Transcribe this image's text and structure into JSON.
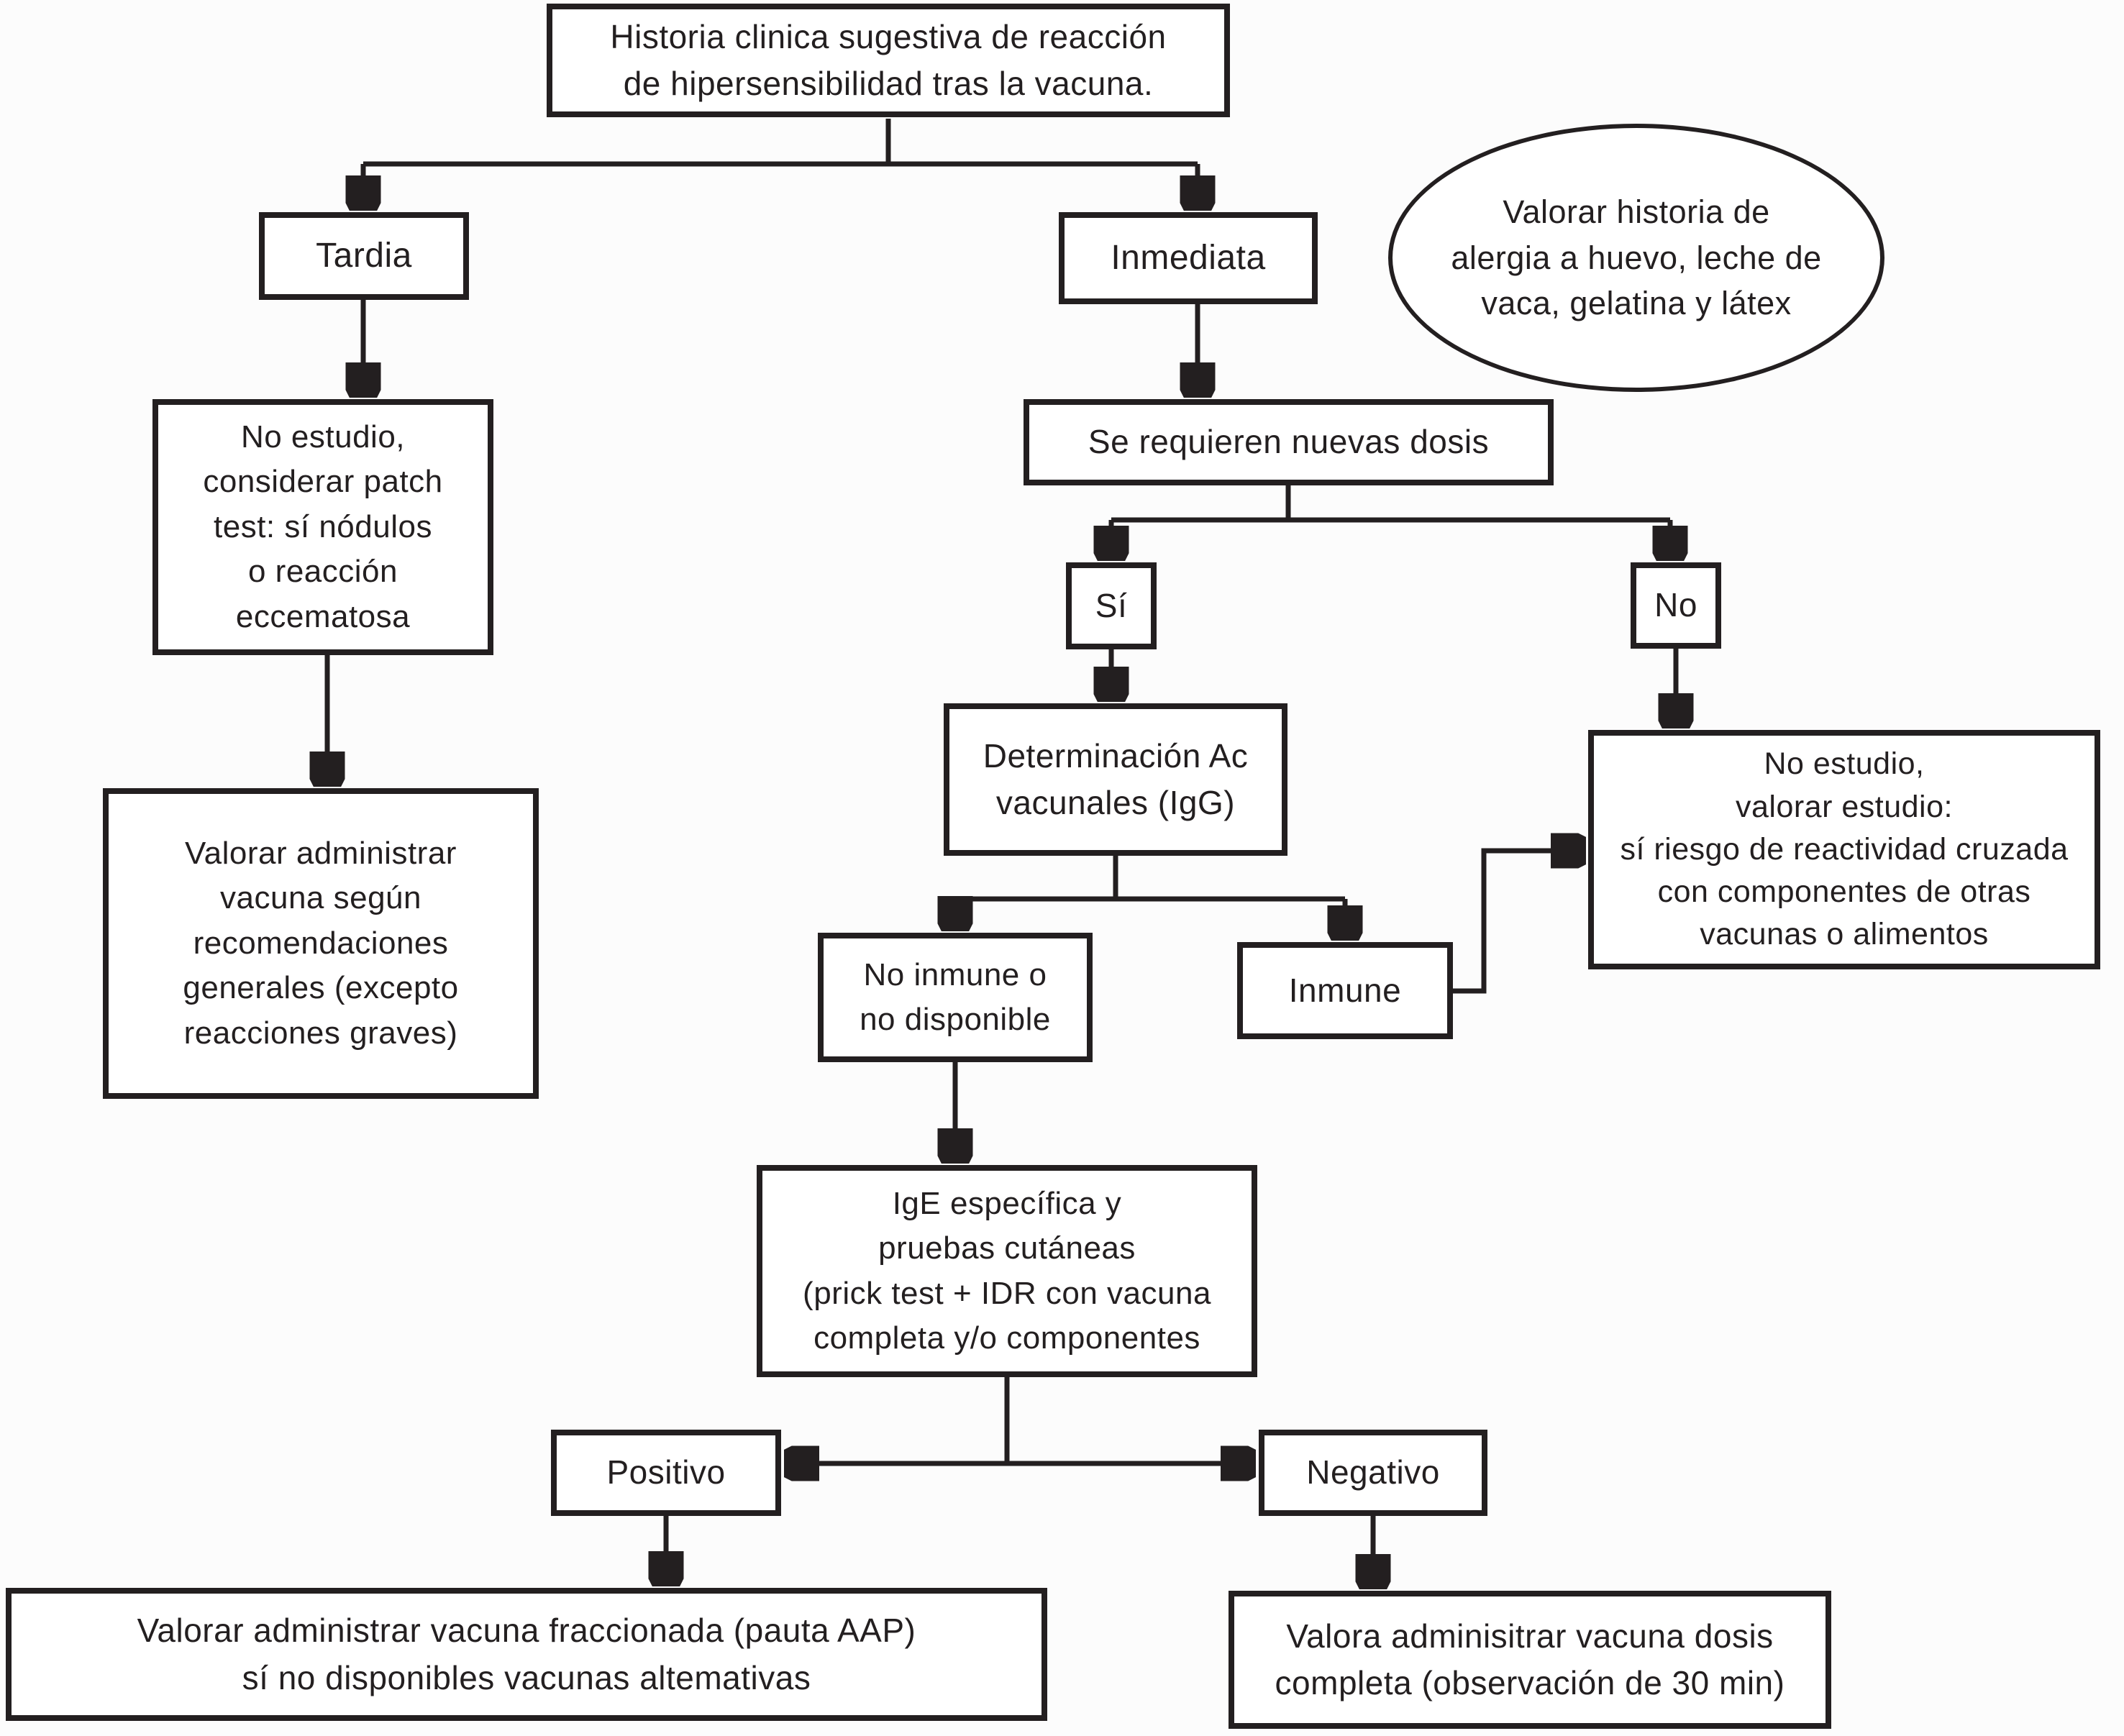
{
  "flowchart": {
    "title_box": "Historia clinica sugestiva de reacción\nde hipersensibilidad tras la vacuna.",
    "tardia": "Tardia",
    "inmediata": "Inmediata",
    "ellipse_note": "Valorar historia de\nalergia a huevo, leche de\nvaca, gelatina y látex",
    "no_estudio_patch": "No estudio,\nconsiderar patch\ntest: sí nódulos\no reacción\neccematosa",
    "valorar_administrar": "Valorar administrar\nvacuna según\nrecomendaciones\ngenerales (excepto\nreacciones graves)",
    "se_requieren": "Se requieren nuevas dosis",
    "si": "Sí",
    "no": "No",
    "determinacion": "Determinación Ac\nvacunales (IgG)",
    "no_inmune": "No inmune o\nno disponible",
    "inmune": "Inmune",
    "no_estudio_valorar": "No estudio,\nvalorar estudio:\nsí riesgo de reactividad cruzada\ncon componentes de otras\nvacunas o alimentos",
    "ige_pruebas": "IgE específica y\npruebas cutáneas\n(prick test + IDR con vacuna\ncompleta y/o componentes",
    "positivo": "Positivo",
    "negativo": "Negativo",
    "bottom_left": "Valorar administrar vacuna fraccionada (pauta AAP)\nsí no disponibles vacunas altemativas",
    "bottom_right": "Valora adminisitrar vacuna dosis\ncompleta (observación de 30 min)"
  },
  "colors": {
    "line": "#231f20",
    "text": "#231f20",
    "box_background": "#ffffff",
    "page_background": "#fcfcfc"
  }
}
